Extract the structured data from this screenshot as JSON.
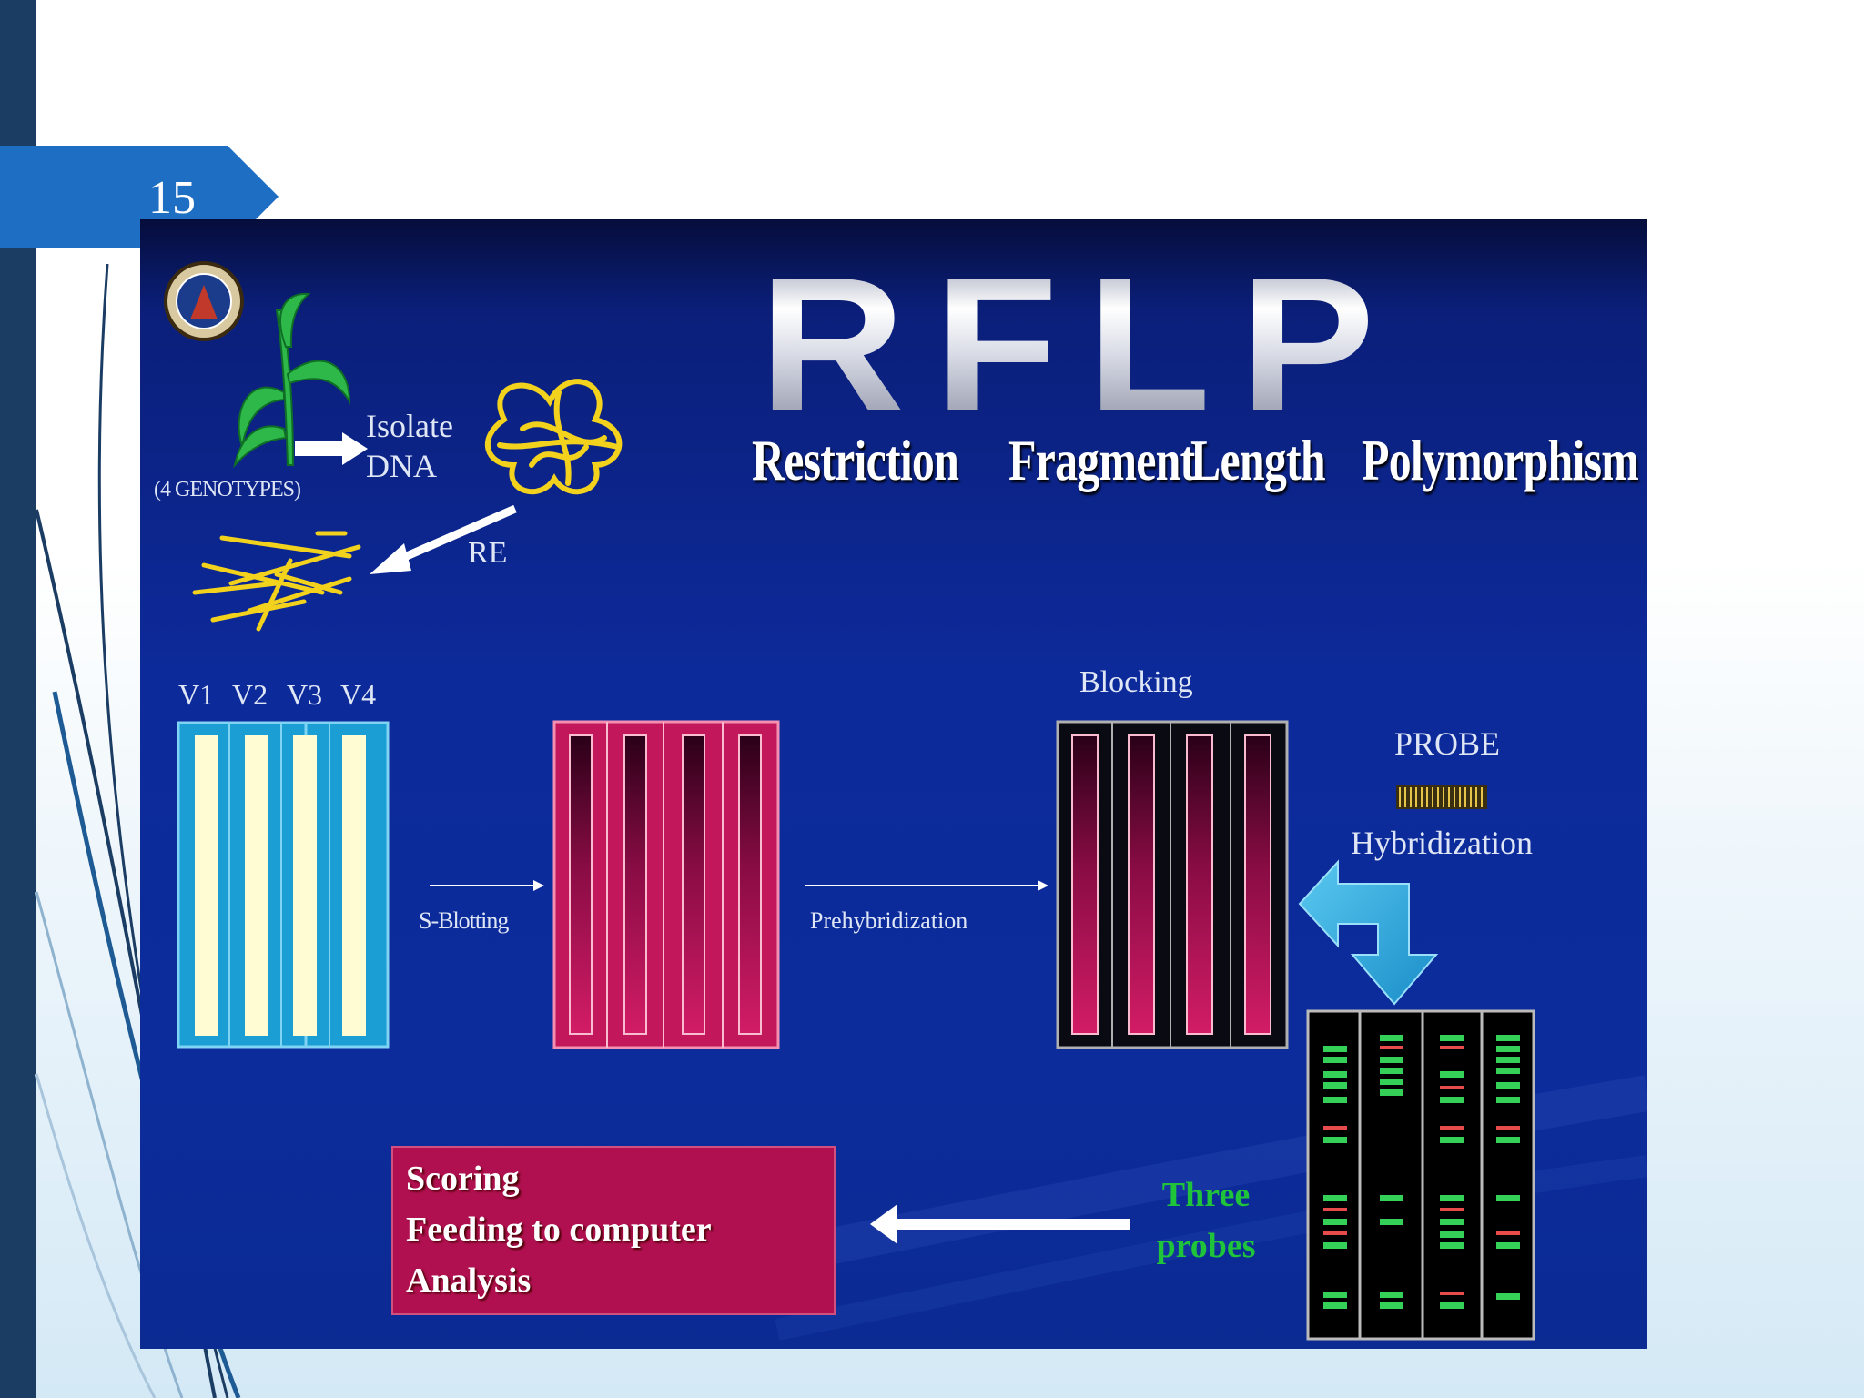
{
  "slide_number": "15",
  "figure": {
    "title": "RFLP",
    "title_words": [
      "Restriction",
      "Fragment",
      "Length",
      "Polymorphism"
    ],
    "genotypes_label": "(4 GENOTYPES)",
    "isolate_label_line1": "Isolate",
    "isolate_label_line2": "DNA",
    "re_label": "RE",
    "lane_labels": [
      "V1",
      "V2",
      "V3",
      "V4"
    ],
    "blotting_label": "S-Blotting",
    "prehybridization_label": "Prehybridization",
    "blocking_label": "Blocking",
    "probe_label": "PROBE",
    "hybridization_label": "Hybridization",
    "three_probes_label": [
      "Three",
      "probes"
    ],
    "result_lines": [
      "Scoring",
      "Feeding to computer",
      "Analysis"
    ]
  },
  "colors": {
    "accent_blue": "#1e6fc4",
    "dark_bar": "#1b3d63",
    "gel_yellow": "#fffbd2",
    "membrane_magenta": "#b0104f",
    "band_green": "#34d058",
    "band_red": "#e84b4b",
    "dna_yellow": "#f2d21c"
  }
}
